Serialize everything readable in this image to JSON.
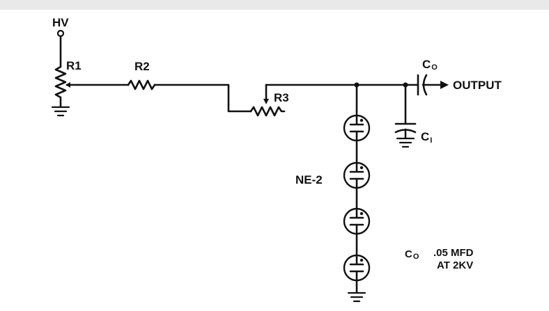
{
  "labels": {
    "hv": "HV",
    "r1": "R1",
    "r2": "R2",
    "r3": "R3",
    "c0_letter": "C",
    "c0_sub": "O",
    "output": "OUTPUT",
    "c1_letter": "C",
    "c1_sub": "I",
    "ne2": "NE-2",
    "note_c_letter": "C",
    "note_c_sub": "O",
    "note_line1": ".05 MFD",
    "note_line2": "AT 2KV"
  },
  "colors": {
    "ink": "#111111",
    "paper": "#ffffff"
  }
}
